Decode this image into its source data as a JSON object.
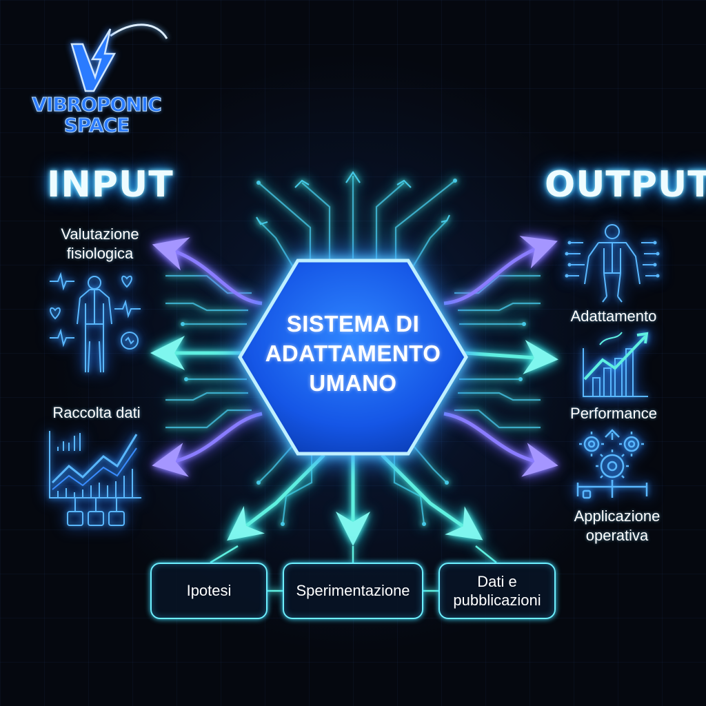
{
  "logo": {
    "line1": "VIBROPONIC",
    "line2": "SPACE",
    "mark": "V"
  },
  "input": {
    "heading": "INPUT",
    "items": [
      {
        "label": "Valutazione fisiologica",
        "icon": "body-scan-icon"
      },
      {
        "label": "Raccolta dati",
        "icon": "data-chart-icon"
      }
    ]
  },
  "output": {
    "heading": "OUTPUT",
    "items": [
      {
        "label": "Adattamento",
        "icon": "anatomy-figure-icon"
      },
      {
        "label": "Performance",
        "icon": "growth-chart-icon"
      },
      {
        "label": "Applicazione operativa",
        "icon": "gears-icon"
      }
    ]
  },
  "center": {
    "title": "SISTEMA DI ADATTAMENTO UMANO"
  },
  "process": [
    {
      "label": "Ipotesi"
    },
    {
      "label": "Sperimentazione"
    },
    {
      "label": "Dati e pubblicazioni"
    }
  ],
  "colors": {
    "background": "#05080f",
    "glow_cyan": "#5ff0e0",
    "glow_blue": "#3fa9ff",
    "glow_violet": "#8a7cff",
    "hexagon_fill": "#1f6bff"
  }
}
